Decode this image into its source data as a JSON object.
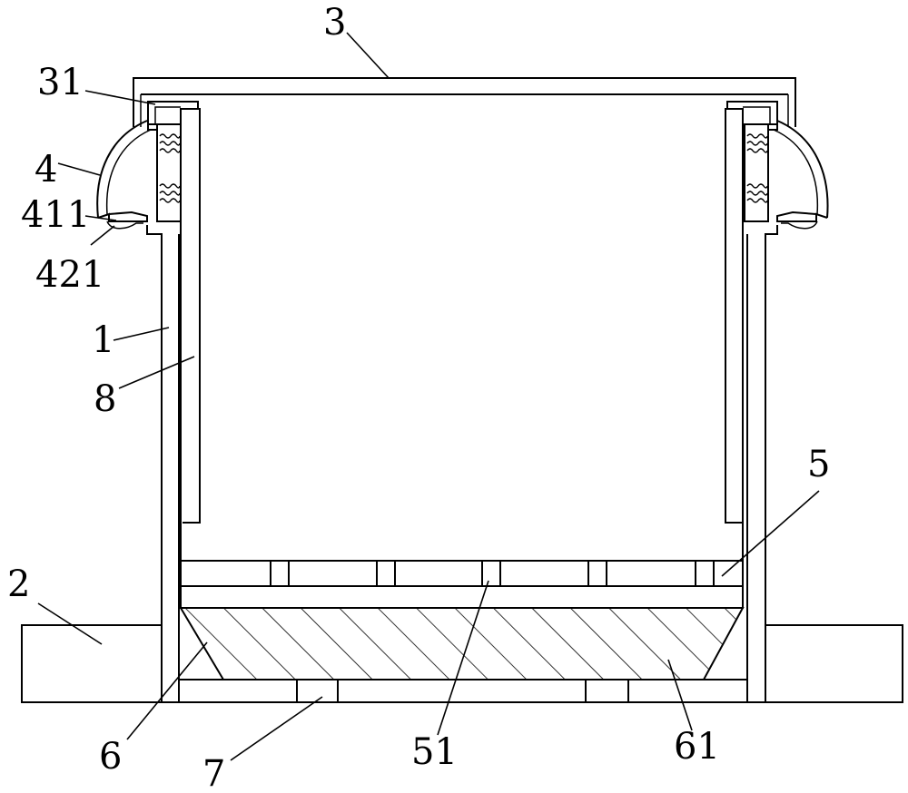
{
  "figure": {
    "labels": {
      "l3": "3",
      "l31": "31",
      "l4": "4",
      "l411": "411",
      "l421": "421",
      "l1": "1",
      "l8": "8",
      "l5": "5",
      "l2": "2",
      "l6": "6",
      "l7": "7",
      "l51": "51",
      "l61": "61"
    }
  }
}
